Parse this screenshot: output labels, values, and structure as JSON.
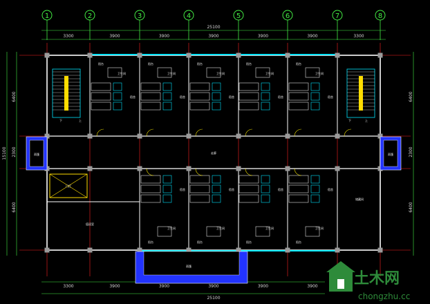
{
  "axes": {
    "top": [
      "1",
      "2",
      "3",
      "4",
      "5",
      "6",
      "7",
      "8"
    ]
  },
  "dimensions": {
    "top_spans": [
      "3300",
      "3900",
      "3900",
      "3900",
      "3900",
      "3900",
      "3300"
    ],
    "top_total": "25100",
    "bottom_spans": [
      "3300",
      "3900",
      "3900",
      "3900",
      "3900",
      "3900",
      "3300"
    ],
    "bottom_total": "25100",
    "left_outer": "15100",
    "left_upper": "6400",
    "left_corridor": "2300",
    "left_lower": "6400",
    "right_upper": "6400",
    "right_corridor": "2300",
    "right_lower": "6400"
  },
  "rooms": {
    "bathroom": "卫生间",
    "balcony": "阳台",
    "dorm": "宿舍",
    "stair_down": "下",
    "stair_up": "上",
    "entry": "门厅",
    "duty": "值班室",
    "storage": "储藏间",
    "corridor": "走廊",
    "canopy": "雨篷"
  },
  "watermark": {
    "brand": "土木网",
    "url": "chongzhu.cc"
  },
  "colors": {
    "axis": "#44ee44",
    "gridline": "#ff2222",
    "wall": "#ffffff",
    "window": "#00e5ff",
    "fixture": "#e0e0e0",
    "dim": "#d8d8d8",
    "canopy": "#2233ff",
    "door": "#ffee00"
  }
}
